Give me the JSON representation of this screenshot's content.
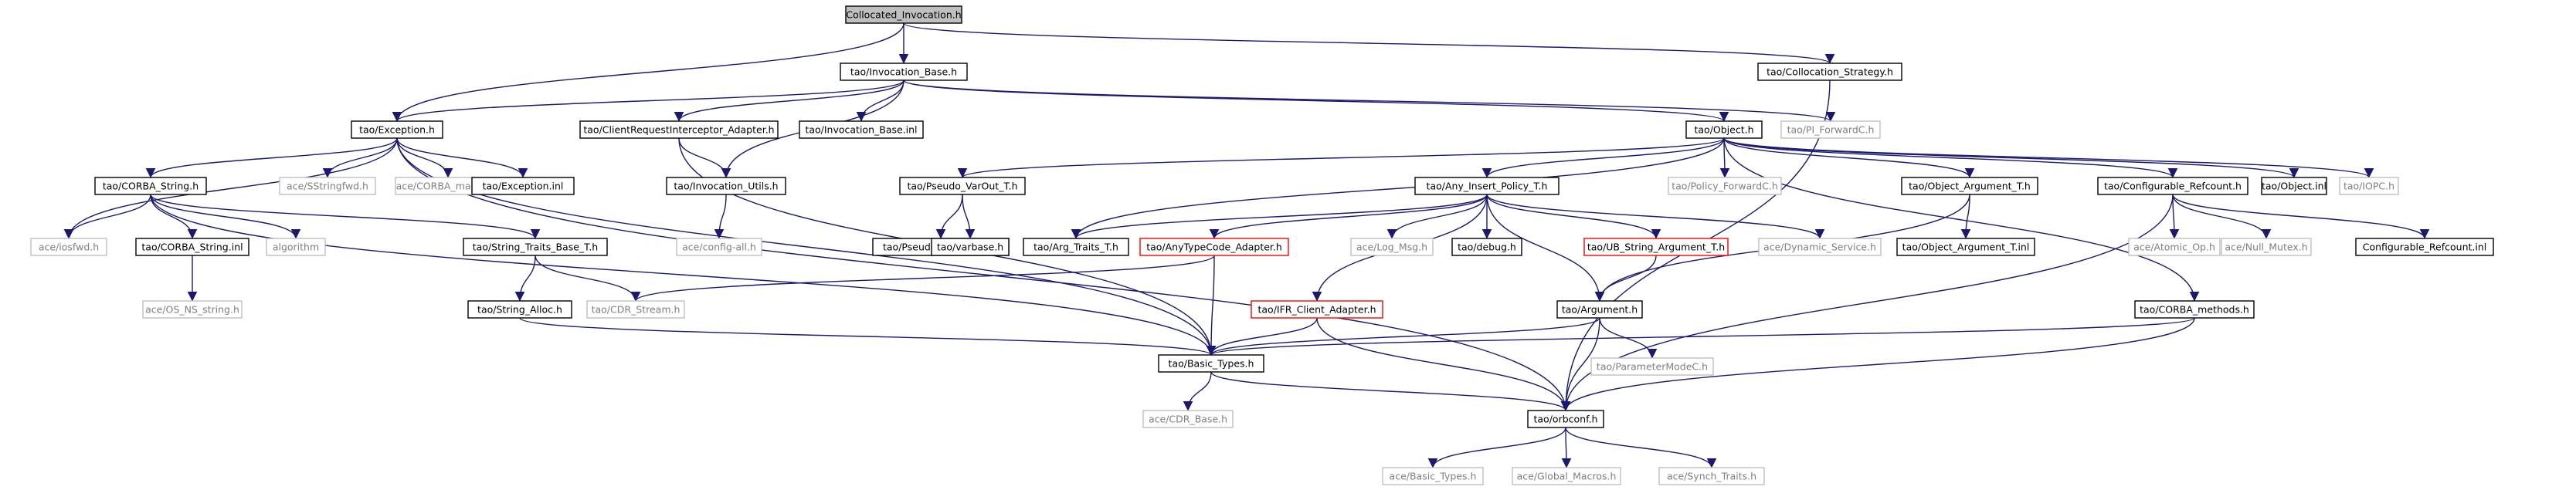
{
  "diagram": {
    "title": "Collocated_Invocation.h include dependency graph",
    "colors": {
      "root_fill": "#bfbfbf",
      "node_fill": "#ffffff",
      "border_normal": "#000000",
      "border_missing": "#bfbfbf",
      "border_truncated": "#ff0000",
      "text_normal": "#000000",
      "text_missing": "#7f7f7f",
      "edge": "#191970"
    },
    "nodes": [
      {
        "id": "root",
        "label": "Collocated_Invocation.h",
        "style": "root"
      },
      {
        "id": "invbase",
        "label": "tao/Invocation_Base.h",
        "style": "normal"
      },
      {
        "id": "collstrat",
        "label": "tao/Collocation_Strategy.h",
        "style": "normal"
      },
      {
        "id": "exception",
        "label": "tao/Exception.h",
        "style": "normal"
      },
      {
        "id": "clientreq",
        "label": "tao/ClientRequestInterceptor_Adapter.h",
        "style": "normal"
      },
      {
        "id": "invbaseinl",
        "label": "tao/Invocation_Base.inl",
        "style": "normal"
      },
      {
        "id": "objecth",
        "label": "tao/Object.h",
        "style": "normal"
      },
      {
        "id": "piforward",
        "label": "tao/PI_ForwardC.h",
        "style": "missing"
      },
      {
        "id": "corbastring",
        "label": "tao/CORBA_String.h",
        "style": "normal"
      },
      {
        "id": "sstringfwd",
        "label": "ace/SStringfwd.h",
        "style": "missing"
      },
      {
        "id": "corbamacros",
        "label": "ace/CORBA_macros.h",
        "style": "missing"
      },
      {
        "id": "exceptioninl",
        "label": "tao/Exception.inl",
        "style": "normal"
      },
      {
        "id": "invutils",
        "label": "tao/Invocation_Utils.h",
        "style": "normal"
      },
      {
        "id": "pseudovar",
        "label": "tao/Pseudo_VarOut_T.h",
        "style": "normal"
      },
      {
        "id": "anyinsert",
        "label": "tao/Any_Insert_Policy_T.h",
        "style": "normal"
      },
      {
        "id": "policyfwd",
        "label": "tao/Policy_ForwardC.h",
        "style": "missing"
      },
      {
        "id": "objargt",
        "label": "tao/Object_Argument_T.h",
        "style": "normal"
      },
      {
        "id": "configref",
        "label": "tao/Configurable_Refcount.h",
        "style": "normal"
      },
      {
        "id": "objectinl",
        "label": "tao/Object.inl",
        "style": "normal"
      },
      {
        "id": "iiopc",
        "label": "tao/IOPC.h",
        "style": "missing"
      },
      {
        "id": "iosfwd",
        "label": "ace/iosfwd.h",
        "style": "missing"
      },
      {
        "id": "corbastringinl",
        "label": "tao/CORBA_String.inl",
        "style": "normal"
      },
      {
        "id": "algorithm",
        "label": "algorithm",
        "style": "missing"
      },
      {
        "id": "stringtraits",
        "label": "tao/String_Traits_Base_T.h",
        "style": "normal"
      },
      {
        "id": "configall",
        "label": "ace/config-all.h",
        "style": "missing"
      },
      {
        "id": "pseudovarinl",
        "label": "tao/Pseudo_VarOut_T.inl",
        "style": "normal"
      },
      {
        "id": "varbase",
        "label": "tao/varbase.h",
        "style": "normal"
      },
      {
        "id": "argtraits",
        "label": "tao/Arg_Traits_T.h",
        "style": "normal"
      },
      {
        "id": "anytypecode",
        "label": "tao/AnyTypeCode_Adapter.h",
        "style": "truncated"
      },
      {
        "id": "logmsg",
        "label": "ace/Log_Msg.h",
        "style": "missing"
      },
      {
        "id": "debugh",
        "label": "tao/debug.h",
        "style": "normal"
      },
      {
        "id": "ubstring",
        "label": "tao/UB_String_Argument_T.h",
        "style": "truncated"
      },
      {
        "id": "dynservice",
        "label": "ace/Dynamic_Service.h",
        "style": "missing"
      },
      {
        "id": "objarginl",
        "label": "tao/Object_Argument_T.inl",
        "style": "normal"
      },
      {
        "id": "atomicop",
        "label": "ace/Atomic_Op.h",
        "style": "missing"
      },
      {
        "id": "nullmutex",
        "label": "ace/Null_Mutex.h",
        "style": "missing"
      },
      {
        "id": "configrefinl",
        "label": "Configurable_Refcount.inl",
        "style": "normal"
      },
      {
        "id": "osns",
        "label": "ace/OS_NS_string.h",
        "style": "missing"
      },
      {
        "id": "stringalloc",
        "label": "tao/String_Alloc.h",
        "style": "normal"
      },
      {
        "id": "cdrstream",
        "label": "tao/CDR_Stream.h",
        "style": "missing"
      },
      {
        "id": "ifrclient",
        "label": "tao/IFR_Client_Adapter.h",
        "style": "truncated"
      },
      {
        "id": "argumenth",
        "label": "tao/Argument.h",
        "style": "normal"
      },
      {
        "id": "corbamethods",
        "label": "tao/CORBA_methods.h",
        "style": "normal"
      },
      {
        "id": "basictypes",
        "label": "tao/Basic_Types.h",
        "style": "normal"
      },
      {
        "id": "parammode",
        "label": "tao/ParameterModeC.h",
        "style": "missing"
      },
      {
        "id": "cdrbase",
        "label": "ace/CDR_Base.h",
        "style": "missing"
      },
      {
        "id": "orbconf",
        "label": "tao/orbconf.h",
        "style": "normal"
      },
      {
        "id": "acebasic",
        "label": "ace/Basic_Types.h",
        "style": "missing"
      },
      {
        "id": "globalmacros",
        "label": "ace/Global_Macros.h",
        "style": "missing"
      },
      {
        "id": "synchtraits",
        "label": "ace/Synch_Traits.h",
        "style": "missing"
      }
    ],
    "edges": [
      [
        "root",
        "invbase"
      ],
      [
        "root",
        "collstrat"
      ],
      [
        "root",
        "exception"
      ],
      [
        "invbase",
        "exception"
      ],
      [
        "invbase",
        "clientreq"
      ],
      [
        "invbase",
        "invbaseinl"
      ],
      [
        "invbase",
        "objecth"
      ],
      [
        "invbase",
        "piforward"
      ],
      [
        "invbase",
        "invutils"
      ],
      [
        "collstrat",
        "orbconf"
      ],
      [
        "exception",
        "corbastring"
      ],
      [
        "exception",
        "sstringfwd"
      ],
      [
        "exception",
        "corbamacros"
      ],
      [
        "exception",
        "exceptioninl"
      ],
      [
        "exception",
        "iosfwd"
      ],
      [
        "exception",
        "basictypes"
      ],
      [
        "exception",
        "orbconf"
      ],
      [
        "clientreq",
        "invutils"
      ],
      [
        "clientreq",
        "basictypes"
      ],
      [
        "invutils",
        "configall"
      ],
      [
        "objecth",
        "pseudovar"
      ],
      [
        "objecth",
        "anyinsert"
      ],
      [
        "objecth",
        "policyfwd"
      ],
      [
        "objecth",
        "objargt"
      ],
      [
        "objecth",
        "configref"
      ],
      [
        "objecth",
        "objectinl"
      ],
      [
        "objecth",
        "iiopc"
      ],
      [
        "objecth",
        "argtraits"
      ],
      [
        "objecth",
        "corbamethods"
      ],
      [
        "corbastring",
        "iosfwd"
      ],
      [
        "corbastring",
        "corbastringinl"
      ],
      [
        "corbastring",
        "algorithm"
      ],
      [
        "corbastring",
        "stringtraits"
      ],
      [
        "corbastring",
        "basictypes"
      ],
      [
        "corbastringinl",
        "osns"
      ],
      [
        "stringtraits",
        "stringalloc"
      ],
      [
        "stringtraits",
        "cdrstream"
      ],
      [
        "stringalloc",
        "basictypes"
      ],
      [
        "pseudovar",
        "pseudovarinl"
      ],
      [
        "pseudovar",
        "varbase"
      ],
      [
        "anyinsert",
        "argtraits"
      ],
      [
        "anyinsert",
        "anytypecode"
      ],
      [
        "anyinsert",
        "logmsg"
      ],
      [
        "anyinsert",
        "debugh"
      ],
      [
        "anyinsert",
        "ubstring"
      ],
      [
        "anyinsert",
        "dynservice"
      ],
      [
        "anyinsert",
        "ifrclient"
      ],
      [
        "anyinsert",
        "argumenth"
      ],
      [
        "anytypecode",
        "cdrstream"
      ],
      [
        "anytypecode",
        "basictypes"
      ],
      [
        "ubstring",
        "argumenth"
      ],
      [
        "objargt",
        "objarginl"
      ],
      [
        "objargt",
        "argumenth"
      ],
      [
        "configref",
        "atomicop"
      ],
      [
        "configref",
        "nullmutex"
      ],
      [
        "configref",
        "configrefinl"
      ],
      [
        "configref",
        "orbconf"
      ],
      [
        "ifrclient",
        "basictypes"
      ],
      [
        "ifrclient",
        "orbconf"
      ],
      [
        "argumenth",
        "basictypes"
      ],
      [
        "argumenth",
        "parammode"
      ],
      [
        "argumenth",
        "orbconf"
      ],
      [
        "corbamethods",
        "basictypes"
      ],
      [
        "corbamethods",
        "orbconf"
      ],
      [
        "basictypes",
        "cdrbase"
      ],
      [
        "basictypes",
        "orbconf"
      ],
      [
        "orbconf",
        "acebasic"
      ],
      [
        "orbconf",
        "globalmacros"
      ],
      [
        "orbconf",
        "synchtraits"
      ]
    ]
  }
}
